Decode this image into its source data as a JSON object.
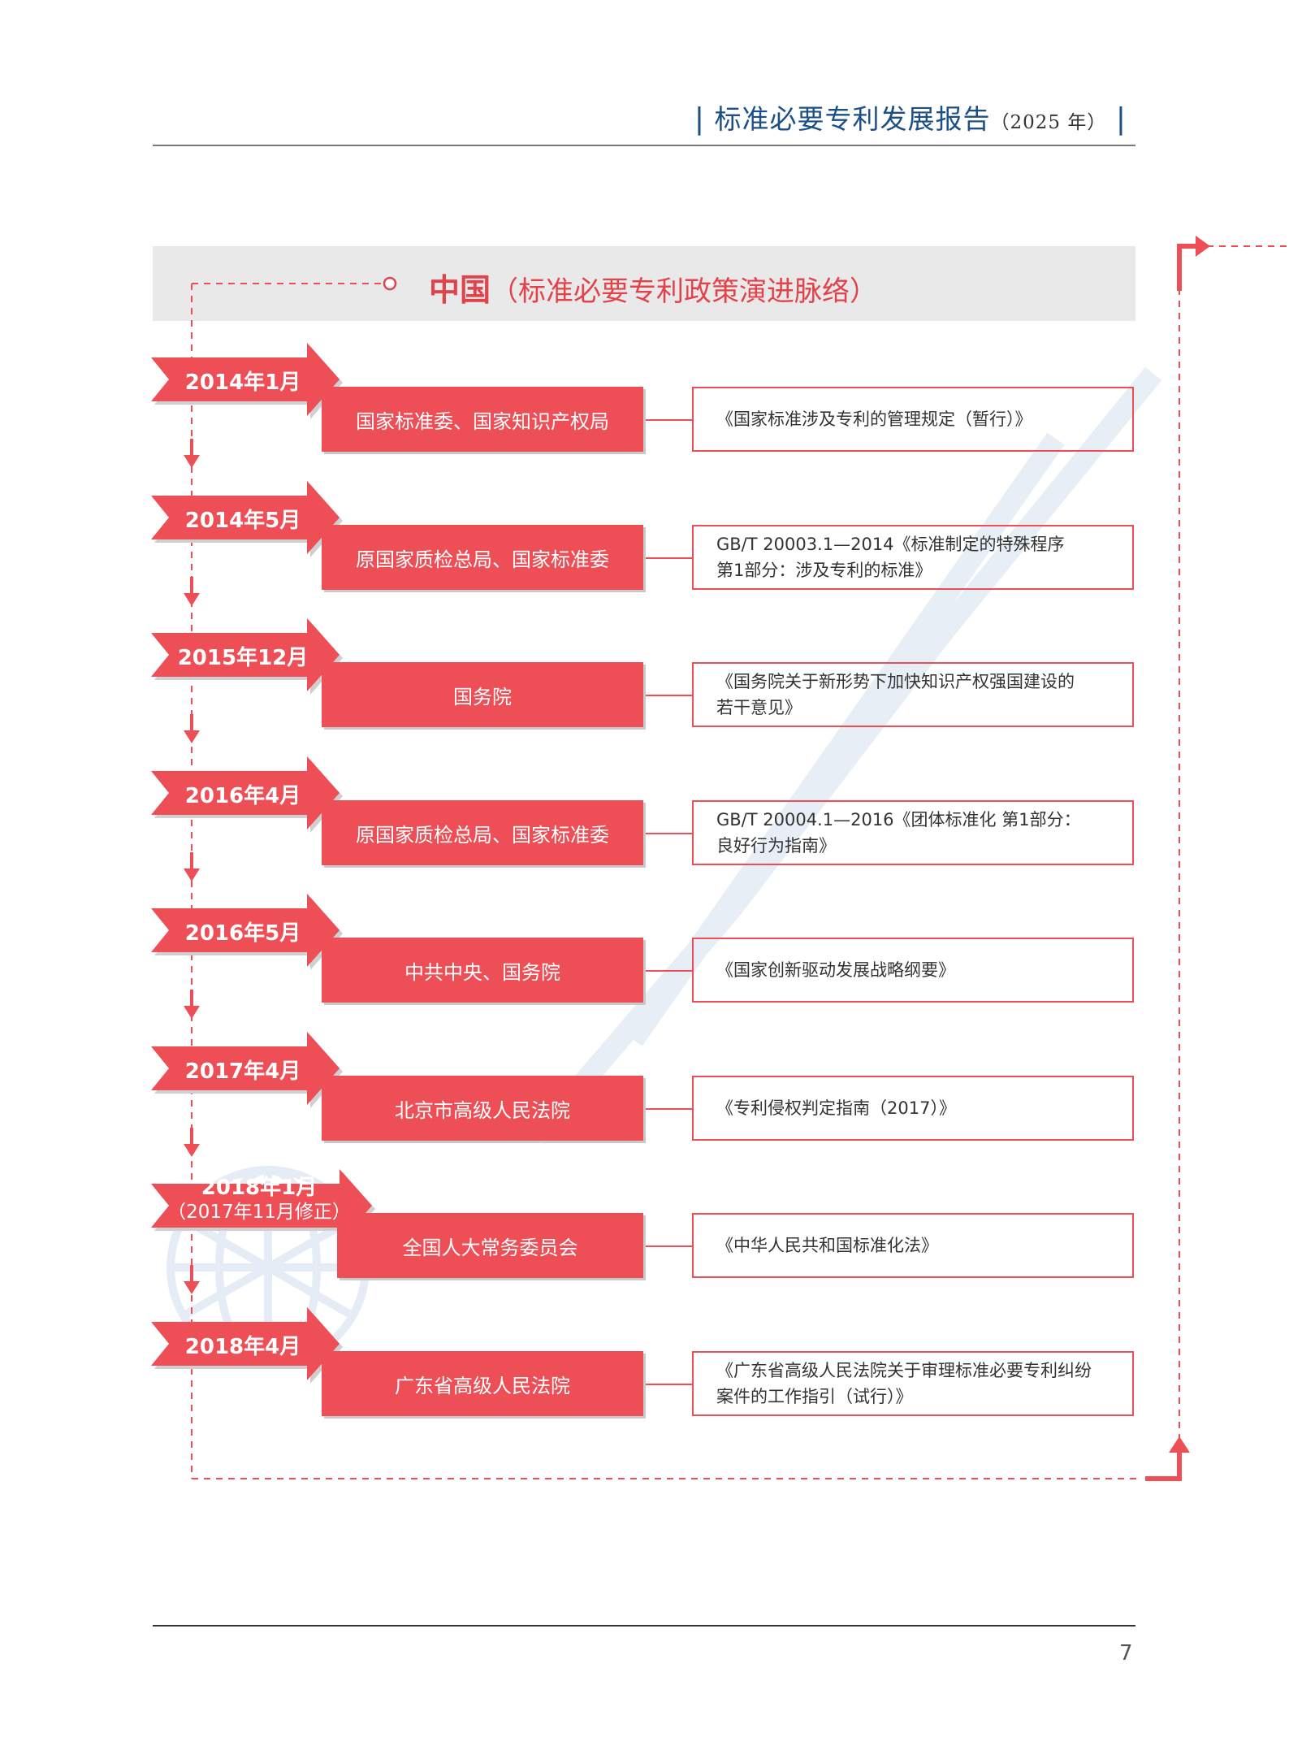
{
  "header": {
    "title": "标准必要专利发展报告",
    "year": "（2025 年）",
    "bar_left": "|",
    "bar_right": "|"
  },
  "section": {
    "title_main": "中国",
    "title_sub": "（标准必要专利政策演进脉络）"
  },
  "timeline": [
    {
      "date": "2014年1月",
      "agency": "国家标准委、国家知识产权局",
      "document": "《国家标准涉及专利的管理规定（暂行）》"
    },
    {
      "date": "2014年5月",
      "agency": "原国家质检总局、国家标准委",
      "document": "GB/T 20003.1—2014《标准制定的特殊程序 第1部分：涉及专利的标准》"
    },
    {
      "date": "2015年12月",
      "agency": "国务院",
      "document": "《国务院关于新形势下加快知识产权强国建设的若干意见》"
    },
    {
      "date": "2016年4月",
      "agency": "原国家质检总局、国家标准委",
      "document": "GB/T 20004.1—2016《团体标准化 第1部分：良好行为指南》"
    },
    {
      "date": "2016年5月",
      "agency": "中共中央、国务院",
      "document": "《国家创新驱动发展战略纲要》"
    },
    {
      "date": "2017年4月",
      "agency": "北京市高级人民法院",
      "document": "《专利侵权判定指南（2017）》"
    },
    {
      "date": "2018年1月",
      "date_note": "（2017年11月修正）",
      "agency": "全国人大常务委员会",
      "document": "《中华人民共和国标准化法》"
    },
    {
      "date": "2018年4月",
      "agency": "广东省高级人民法院",
      "document": "《广东省高级人民法院关于审理标准必要专利纠纷案件的工作指引（试行）》"
    }
  ],
  "timeline_lines": [
    [
      "《国家标准涉及专利的管理规定（暂行）》"
    ],
    [
      "GB/T 20003.1—2014《标准制定的特殊程序",
      "第1部分：涉及专利的标准》"
    ],
    [
      "《国务院关于新形势下加快知识产权强国建设的",
      "若干意见》"
    ],
    [
      "GB/T 20004.1—2016《团体标准化 第1部分：",
      "良好行为指南》"
    ],
    [
      "《国家创新驱动发展战略纲要》"
    ],
    [
      "《专利侵权判定指南（2017）》"
    ],
    [
      "《中华人民共和国标准化法》"
    ],
    [
      "《广东省高级人民法院关于审理标准必要专利纠纷",
      "案件的工作指引（试行）》"
    ]
  ],
  "page_number": "7",
  "colors": {
    "accent": "#ee4f56",
    "title_red": "#e2434b",
    "header_blue": "#1b4f86",
    "band_gray": "#e9e9ea"
  }
}
